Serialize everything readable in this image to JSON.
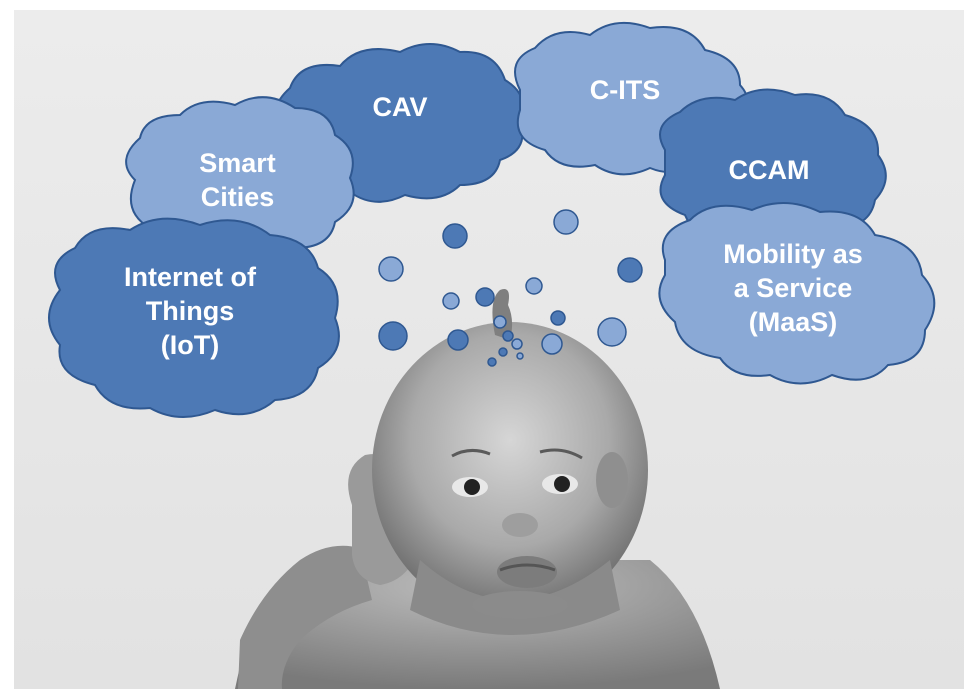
{
  "clouds": {
    "iot": "Internet of\nThings\n(IoT)",
    "smart_cities": "Smart\nCities",
    "cav": "CAV",
    "c_its": "C-ITS",
    "ccam": "CCAM",
    "maas": "Mobility as\na Service\n(MaaS)"
  },
  "colors": {
    "background": "#e9e9e9",
    "cloud_dark": "#4d79b5",
    "cloud_light": "#8aa9d6",
    "cloud_outline": "#2f5891",
    "label": "#ffffff"
  },
  "illustration": {
    "subject": "thinking-baby-photo"
  }
}
